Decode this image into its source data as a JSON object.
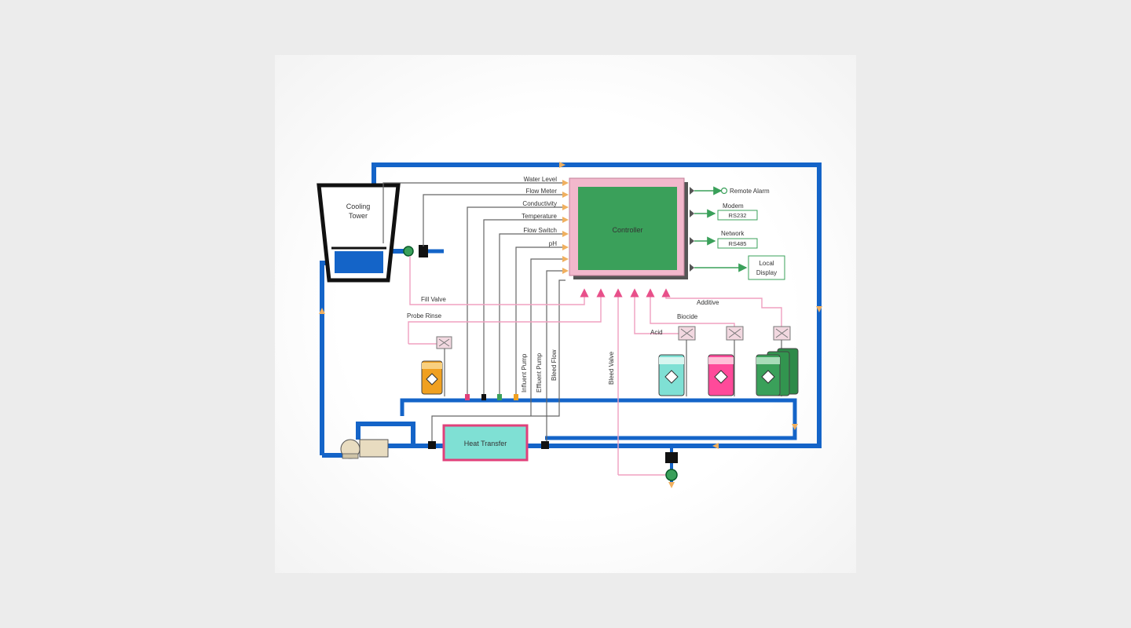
{
  "colors": {
    "pipe": "#1464c8",
    "signal": "#f0a0c0",
    "sensor_wire": "#777777",
    "controller_fill": "#3aa05a",
    "controller_border": "#f2b8cc",
    "output_green": "#3aa05a",
    "heat_exchanger_fill": "#7fe0d4",
    "heat_exchanger_border": "#e0407a",
    "acid_drum": "#7fe0d4",
    "biocide_drum": "#ff4a9a",
    "additive_drum": "#3aa05a",
    "probe_drum": "#f0a020"
  },
  "labels": {
    "cooling_tower": [
      "Cooling",
      "Tower"
    ],
    "controller": "Controller",
    "heat_transfer": "Heat Transfer",
    "inputs": [
      "Water Level",
      "Flow Meter",
      "Conductivity",
      "Temperature",
      "Flow Switch",
      "pH"
    ],
    "outputs": {
      "remote_alarm": "Remote Alarm",
      "modem": "Modem",
      "rs232": "RS232",
      "network": "Network",
      "rs485": "RS485",
      "local_display": [
        "Local",
        "Display"
      ]
    },
    "fill_valve": "Fill Valve",
    "probe_rinse": "Probe Rinse",
    "pumps": [
      "Influent Pump",
      "Effluent Pump",
      "Bleed Flow"
    ],
    "bleed_valve": "Bleed Valve",
    "acid": "Acid",
    "biocide": "Biocide",
    "additive": "Additive"
  },
  "icons": [
    "pump-icon",
    "valve-icon",
    "solenoid-icon",
    "drum-icon",
    "arrow-icon"
  ]
}
